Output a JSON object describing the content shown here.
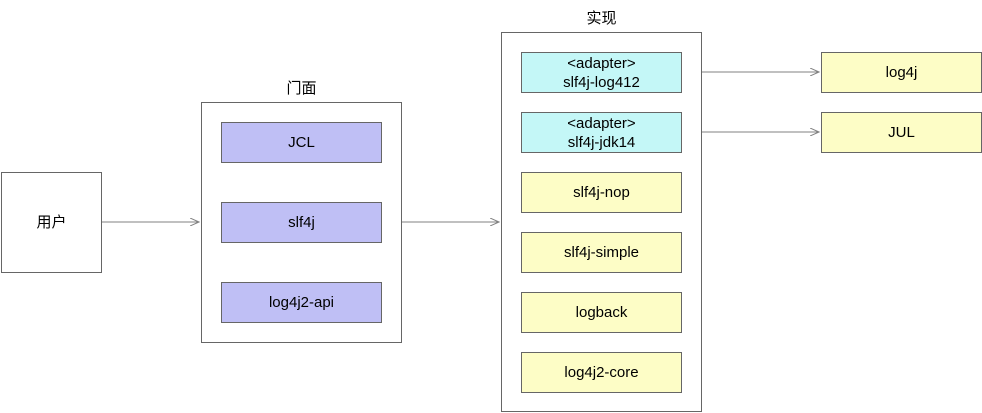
{
  "user": {
    "label": "用户"
  },
  "facade": {
    "title": "门面",
    "items": [
      "JCL",
      "slf4j",
      "log4j2-api"
    ]
  },
  "impl": {
    "title": "实现",
    "adapters": [
      {
        "tag": "<adapter>",
        "name": "slf4j-log412"
      },
      {
        "tag": "<adapter>",
        "name": "slf4j-jdk14"
      }
    ],
    "items": [
      "slf4j-nop",
      "slf4j-simple",
      "logback",
      "log4j2-core"
    ]
  },
  "targets": [
    "log4j",
    "JUL"
  ],
  "colors": {
    "facade_fill": "#bfbff5",
    "adapter_fill": "#c4f7f7",
    "impl_fill": "#fdfdc6",
    "border": "#666666",
    "arrow": "#808080"
  }
}
